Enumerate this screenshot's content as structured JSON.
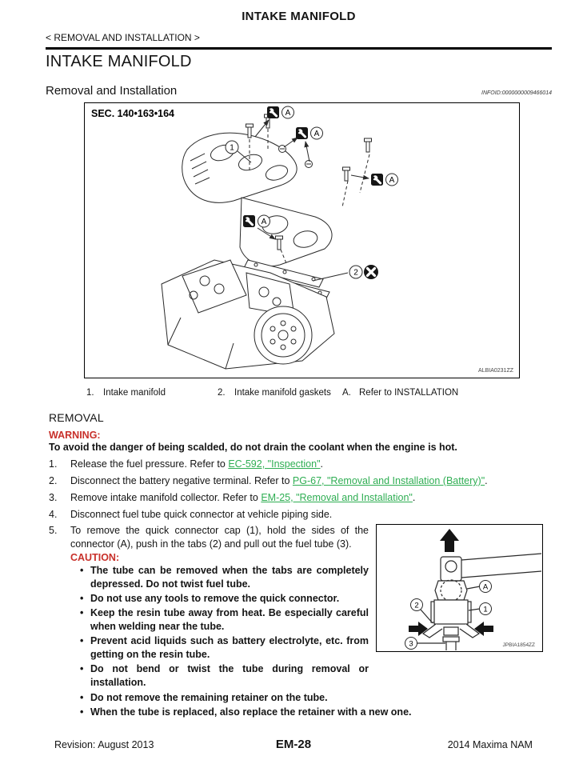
{
  "header": {
    "running_title": "INTAKE MANIFOLD",
    "breadcrumb": "< REMOVAL AND INSTALLATION >",
    "page_title": "INTAKE MANIFOLD",
    "section_title": "Removal and Installation",
    "infoid": "INFOID:0000000009466014"
  },
  "figure_main": {
    "sec_label": "SEC. 140•163•164",
    "image_code": "ALBIA0231ZZ",
    "callout_1": "1",
    "callout_2": "2",
    "callout_a": "A",
    "legend": [
      {
        "num": "1.",
        "text": "Intake manifold"
      },
      {
        "num": "2.",
        "text": "Intake manifold gaskets"
      },
      {
        "num": "A.",
        "text": "Refer to INSTALLATION"
      }
    ]
  },
  "removal": {
    "heading": "REMOVAL",
    "warning_label": "WARNING:",
    "warning_text": "To avoid the danger of being scalded, do not drain the coolant when the engine is hot.",
    "steps": [
      {
        "num": "1.",
        "pre": "Release the fuel pressure. Refer to ",
        "link": "EC-592, \"Inspection\"",
        "post": "."
      },
      {
        "num": "2.",
        "pre": "Disconnect the battery negative terminal. Refer to ",
        "link": "PG-67, \"Removal and Installation (Battery)\"",
        "post": "."
      },
      {
        "num": "3.",
        "pre": "Remove intake manifold collector. Refer to ",
        "link": "EM-25, \"Removal and Installation\"",
        "post": "."
      },
      {
        "num": "4.",
        "pre": "Disconnect fuel tube quick connector at vehicle piping side.",
        "link": "",
        "post": ""
      },
      {
        "num": "5.",
        "pre": "To remove the quick connector cap (1), hold the sides of the connector (A), push in the tabs (2) and pull out the fuel tube (3).",
        "link": "",
        "post": ""
      }
    ],
    "caution_label": "CAUTION:",
    "caution_narrow": [
      "The tube can be removed when the tabs are completely depressed. Do not twist fuel tube.",
      "Do not use any tools to remove the quick connector.",
      "Keep the resin tube away from heat. Be especially careful when welding near the tube.",
      "Prevent acid liquids such as battery electrolyte, etc. from getting on the resin tube.",
      "Do not bend or twist the tube during removal or installation."
    ],
    "caution_wide": [
      "Do not remove the remaining retainer on the tube.",
      "When the tube is replaced, also replace the retainer with a new one."
    ]
  },
  "figure_connector": {
    "image_code": "JPBIA1854ZZ",
    "label_a": "A",
    "label_1": "1",
    "label_2": "2",
    "label_3": "3"
  },
  "footer": {
    "revision": "Revision: August 2013",
    "page_number": "EM-28",
    "model": "2014 Maxima NAM"
  },
  "colors": {
    "warning_red": "#c8302a",
    "link_green": "#2fae53"
  }
}
